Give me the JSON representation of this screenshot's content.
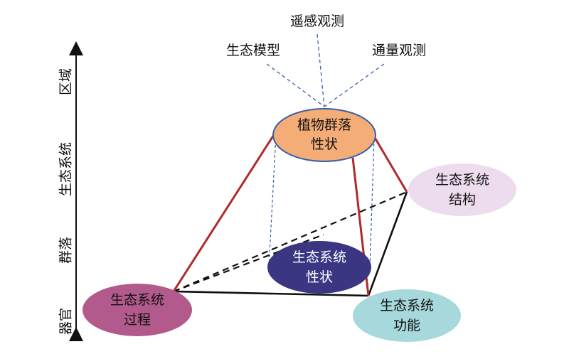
{
  "axis": {
    "levels": [
      "器官",
      "群落",
      "生态系统",
      "区域"
    ]
  },
  "observations": {
    "remote": "遥感观测",
    "model": "生态模型",
    "flux": "通量观测"
  },
  "nodes": {
    "plant": {
      "line1": "植物群落",
      "line2": "性状",
      "fill": "#f4ad77"
    },
    "structure": {
      "line1": "生态系统",
      "line2": "结构",
      "fill": "#ecdced"
    },
    "traits": {
      "line1": "生态系统",
      "line2": "性状",
      "fill": "#3a3682"
    },
    "process": {
      "line1": "生态系统",
      "line2": "过程",
      "fill": "#b35a8c"
    },
    "function": {
      "line1": "生态系统",
      "line2": "功能",
      "fill": "#a6d8dc"
    }
  },
  "colors": {
    "red_edge": "#b02a2a",
    "black_edge": "#111111",
    "dashed_blue": "#3a5fa8"
  }
}
